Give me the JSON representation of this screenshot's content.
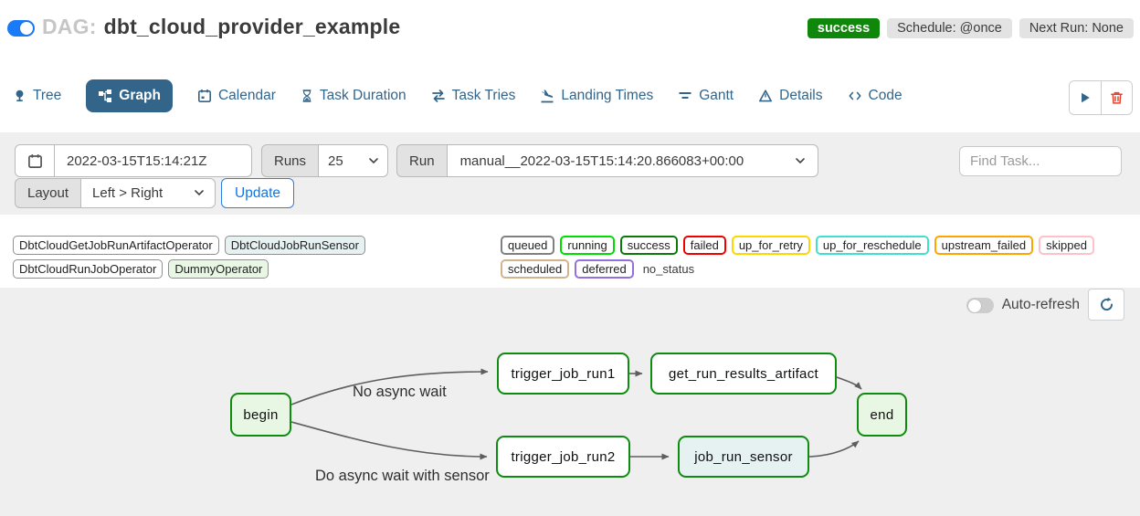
{
  "header": {
    "toggle_on": true,
    "dag_label": "DAG:",
    "dag_name": "dbt_cloud_provider_example",
    "status": "success",
    "schedule": "Schedule: @once",
    "next_run": "Next Run: None"
  },
  "tabs": [
    {
      "label": "Tree",
      "active": false
    },
    {
      "label": "Graph",
      "active": true
    },
    {
      "label": "Calendar",
      "active": false
    },
    {
      "label": "Task Duration",
      "active": false
    },
    {
      "label": "Task Tries",
      "active": false
    },
    {
      "label": "Landing Times",
      "active": false
    },
    {
      "label": "Gantt",
      "active": false
    },
    {
      "label": "Details",
      "active": false
    },
    {
      "label": "Code",
      "active": false
    }
  ],
  "filter_bar": {
    "date_value": "2022-03-15T15:14:21Z",
    "runs_label": "Runs",
    "runs_value": "25",
    "run_label": "Run",
    "run_value": "manual__2022-03-15T15:14:20.866083+00:00",
    "find_task_placeholder": "Find Task...",
    "layout_label": "Layout",
    "layout_value": "Left > Right",
    "update_label": "Update"
  },
  "legend": {
    "operators": [
      {
        "label": "DbtCloudGetJobRunArtifactOperator",
        "fill": "#ffffff"
      },
      {
        "label": "DbtCloudJobRunSensor",
        "fill": "#e6f1f2"
      },
      {
        "label": "DbtCloudRunJobOperator",
        "fill": "#ffffff"
      },
      {
        "label": "DummyOperator",
        "fill": "#e8f7e4"
      }
    ],
    "states": [
      {
        "label": "queued",
        "color": "#808080"
      },
      {
        "label": "running",
        "color": "#00dd00"
      },
      {
        "label": "success",
        "color": "#0a7a0a"
      },
      {
        "label": "failed",
        "color": "#f10000"
      },
      {
        "label": "up_for_retry",
        "color": "#ffd700"
      },
      {
        "label": "up_for_reschedule",
        "color": "#40e0d0"
      },
      {
        "label": "upstream_failed",
        "color": "#ffa500"
      },
      {
        "label": "skipped",
        "color": "#ffc0cb"
      },
      {
        "label": "scheduled",
        "color": "#d2b48c"
      },
      {
        "label": "deferred",
        "color": "#9370db"
      }
    ],
    "no_status_label": "no_status"
  },
  "graph": {
    "auto_refresh_label": "Auto-refresh",
    "node_border_color": "#0f8c0f",
    "nodes": [
      {
        "id": "begin",
        "label": "begin",
        "operator": "DummyOperator",
        "state": "success",
        "fill": "#e8f7e4"
      },
      {
        "id": "trigger_job_run1",
        "label": "trigger_job_run1",
        "operator": "DbtCloudRunJobOperator",
        "state": "success",
        "fill": "#ffffff"
      },
      {
        "id": "get_run_results_artifact",
        "label": "get_run_results_artifact",
        "operator": "DbtCloudGetJobRunArtifactOperator",
        "state": "success",
        "fill": "#ffffff"
      },
      {
        "id": "end",
        "label": "end",
        "operator": "DummyOperator",
        "state": "success",
        "fill": "#e8f7e4"
      },
      {
        "id": "trigger_job_run2",
        "label": "trigger_job_run2",
        "operator": "DbtCloudRunJobOperator",
        "state": "success",
        "fill": "#ffffff"
      },
      {
        "id": "job_run_sensor",
        "label": "job_run_sensor",
        "operator": "DbtCloudJobRunSensor",
        "state": "success",
        "fill": "#e6f1f2"
      }
    ],
    "edge_labels": [
      {
        "text": "No async wait"
      },
      {
        "text": "Do async wait with sensor"
      }
    ]
  },
  "colors": {
    "accent_blue": "#1a7af8",
    "link_blue": "#0b78ee",
    "tab_steel_blue": "#33658a",
    "success_green": "#0f870b",
    "delete_red": "#e2432e",
    "panel_gray": "#efefef"
  }
}
